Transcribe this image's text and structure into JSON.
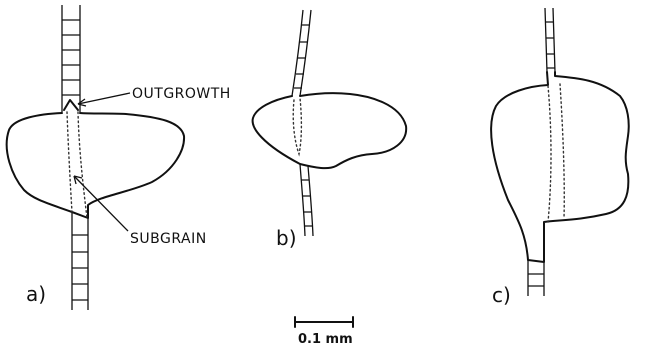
{
  "labels": {
    "outgrowth": "OUTGROWTH",
    "subgrain": "SUBGRAIN",
    "panel_a": "a)",
    "panel_b": "b)",
    "panel_c": "c)",
    "scale": "0.1 mm"
  }
}
